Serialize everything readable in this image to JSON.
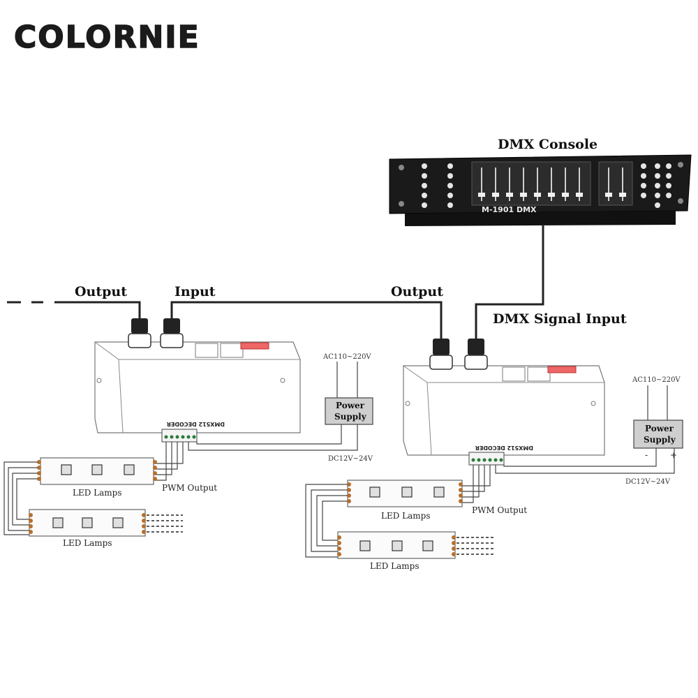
{
  "brand": "COLORNIE",
  "console": {
    "title": "DMX Console",
    "model_text": "M-1901 DMX"
  },
  "labels": {
    "output_left": "Output",
    "input": "Input",
    "output_right": "Output",
    "dmx_signal_input": "DMX Signal Input"
  },
  "decoder_left": {
    "name": "DMX512 DECODER",
    "power_supply": [
      "Power",
      "Supply"
    ],
    "ac_label": "AC110~220V",
    "dc_label": "DC12V~24V",
    "pwm_label": "PWM Output",
    "led_label_1": "LED Lamps",
    "led_label_2": "LED Lamps"
  },
  "decoder_right": {
    "name": "DMX512 DECODER",
    "power_supply": [
      "Power",
      "Supply"
    ],
    "ac_label": "AC110~220V",
    "dc_label": "DC12V~24V",
    "polarity": [
      "-",
      "+"
    ],
    "pwm_label": "PWM Output",
    "led_label_1": "LED Lamps",
    "led_label_2": "LED Lamps"
  }
}
